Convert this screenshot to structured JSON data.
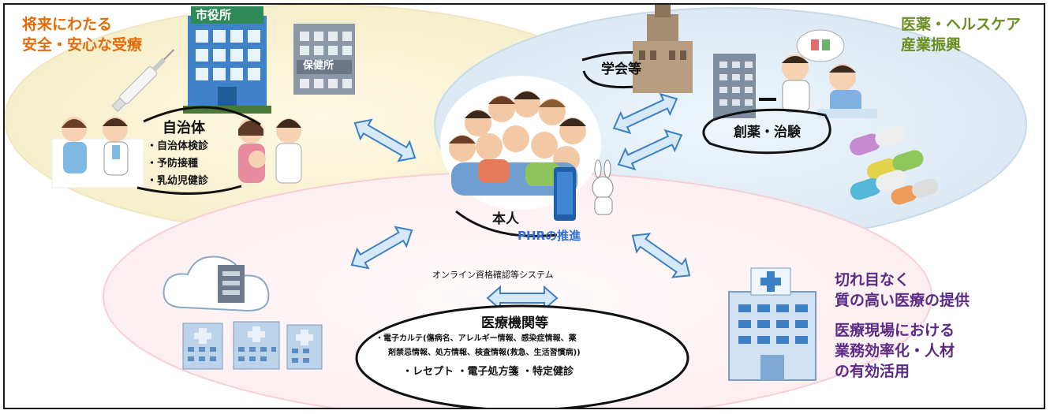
{
  "left_header": {
    "line1": "将来にわたる",
    "line2": "安全・安心な受療"
  },
  "right_header": {
    "line1": "医薬・ヘルスケア",
    "line2": "産業振興"
  },
  "city_hall_sign": "市役所",
  "health_center_sign": "保健所",
  "municipality": {
    "title": "自治体",
    "items": [
      "・自治体検診",
      "・予防接種",
      "・乳幼児健診"
    ]
  },
  "academic": {
    "label": "学会等"
  },
  "drug_dev": {
    "label": "創薬・治験"
  },
  "person": {
    "label": "本人"
  },
  "phr": {
    "label": "PHRの推進"
  },
  "online_system": {
    "label": "オンライン資格確認等システム"
  },
  "medical": {
    "title": "医療機関等",
    "line1": "・電子カルテ(傷病名、アレルギー情報、感染症情報、薬",
    "line2": "剤禁忌情報、処方情報、検査情報(救急、生活習慣病))",
    "line3": "・レセプト ・電子処方箋 ・特定健診"
  },
  "right_text": {
    "block1": [
      "切れ目なく",
      "質の高い医療の提供"
    ],
    "block2": [
      "医療現場における",
      "業務効率化・人材",
      "の有効活用"
    ]
  },
  "colors": {
    "orange": "#e46c0a",
    "green": "#6b8e23",
    "purple": "#5b2a86",
    "phr_blue": "#2e6fd8",
    "arrow_fill": "#d6e9f8",
    "arrow_stroke": "#3b7fc4"
  }
}
